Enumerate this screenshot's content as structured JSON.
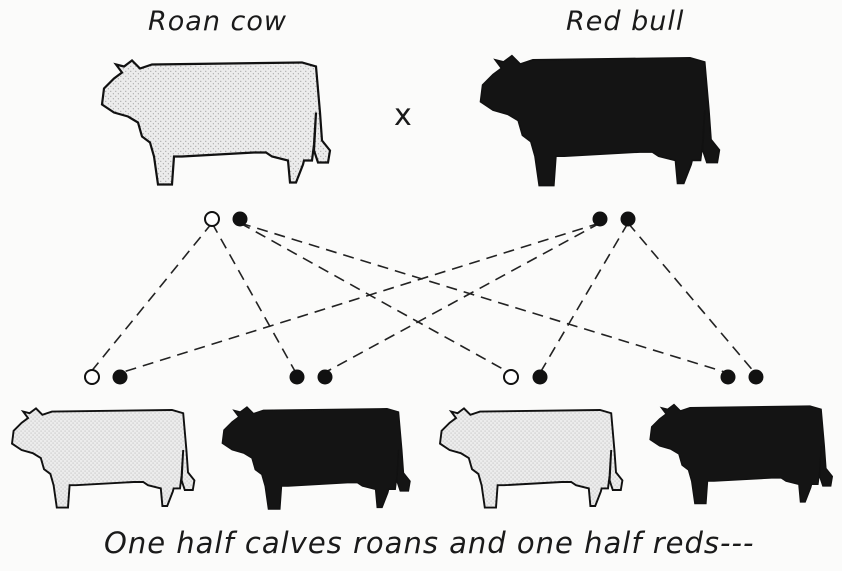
{
  "parents": {
    "left_label": "Roan cow",
    "right_label": "Red bull",
    "cross_symbol": "x"
  },
  "caption": "One half calves roans and one half reds---",
  "colors": {
    "ink": "#111111",
    "roan_fill": "#ebebeb",
    "red_fill": "#141414",
    "background": "#fbfbfa"
  }
}
